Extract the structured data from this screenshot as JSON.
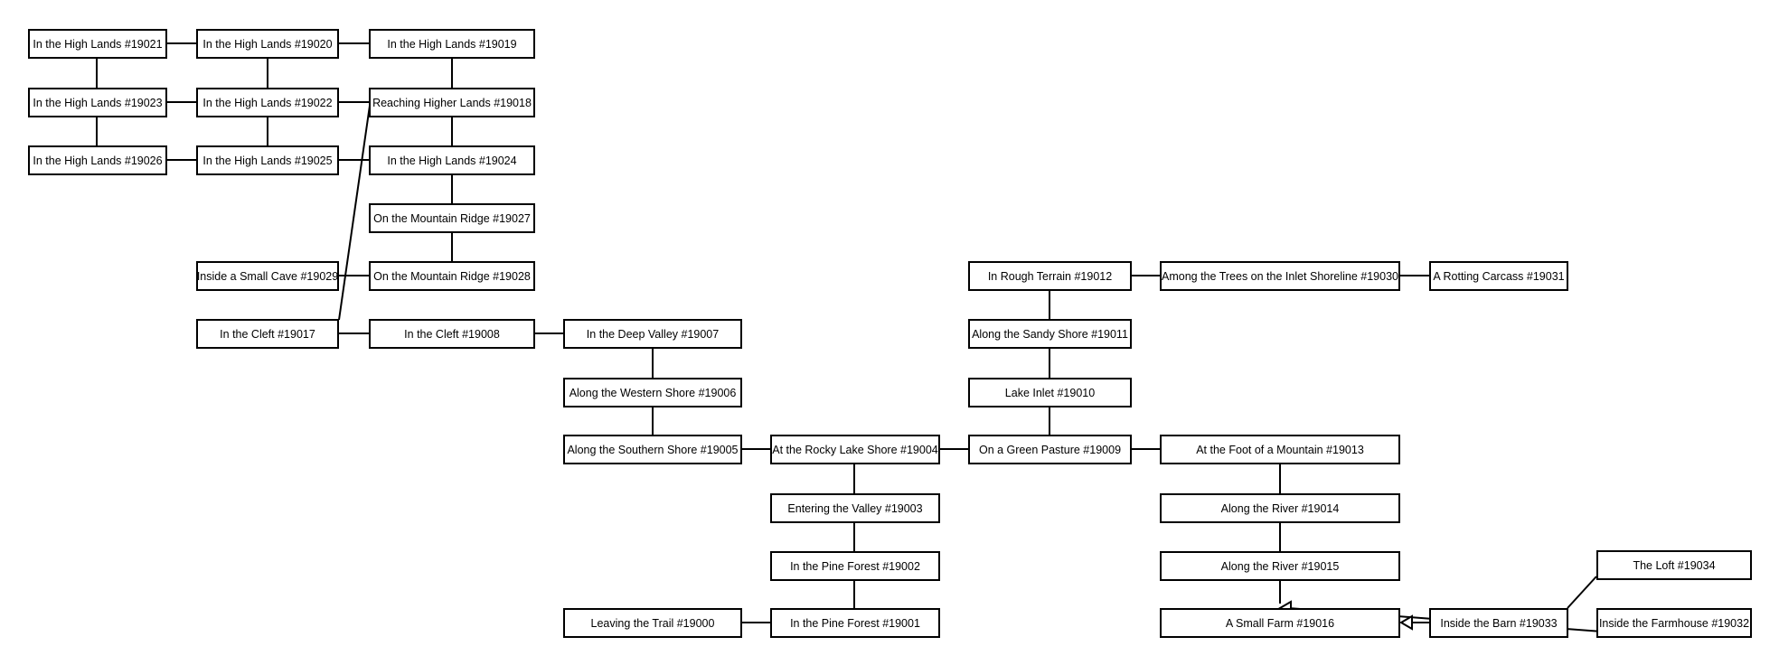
{
  "rooms": {
    "r19021": "In the High Lands #19021",
    "r19020": "In the High Lands #19020",
    "r19019": "In the High Lands #19019",
    "r19023": "In the High Lands #19023",
    "r19022": "In the High Lands #19022",
    "r19018": "Reaching Higher Lands #19018",
    "r19026": "In the High Lands #19026",
    "r19025": "In the High Lands #19025",
    "r19024": "In the High Lands #19024",
    "r19027": "On the Mountain Ridge #19027",
    "r19029": "Inside a Small Cave #19029",
    "r19028": "On the Mountain Ridge #19028",
    "r19017": "In the Cleft #19017",
    "r19008": "In the Cleft #19008",
    "r19007": "In the Deep Valley #19007",
    "r19006": "Along the Western Shore #19006",
    "r19005": "Along the Southern Shore #19005",
    "r19004": "At the Rocky Lake Shore #19004",
    "r19003": "Entering the Valley #19003",
    "r19002": "In the Pine Forest #19002",
    "r19000": "Leaving the Trail #19000",
    "r19001": "In the Pine Forest #19001",
    "r19012": "In Rough Terrain #19012",
    "r19030": "Among the Trees on the Inlet Shoreline #19030",
    "r19031": "A Rotting Carcass #19031",
    "r19011": "Along the Sandy Shore #19011",
    "r19010": "Lake Inlet #19010",
    "r19009": "On a Green Pasture #19009",
    "r19013": "At the Foot of a Mountain #19013",
    "r19014": "Along the River #19014",
    "r19015": "Along the River #19015",
    "r19016": "A Small Farm #19016",
    "r19033": "Inside the Barn #19033",
    "r19034": "The Loft #19034",
    "r19032": "Inside the Farmhouse #19032"
  }
}
